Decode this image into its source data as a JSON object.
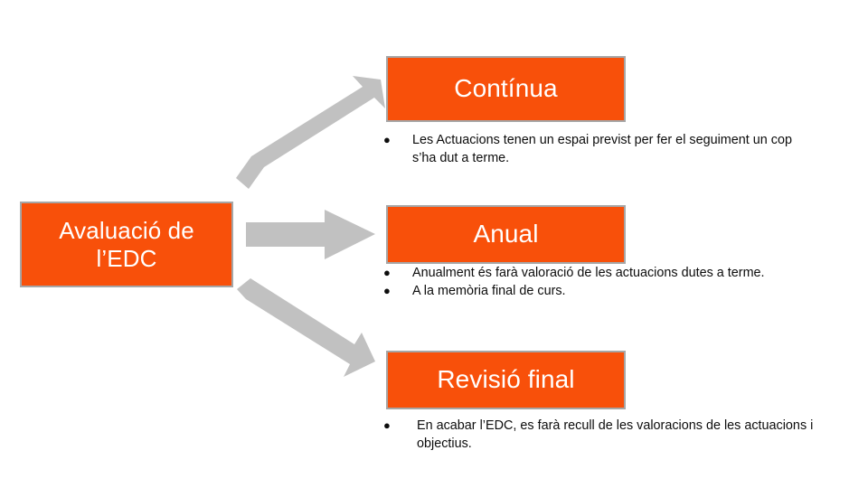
{
  "diagram": {
    "source": {
      "label": "Avaluació de l’EDC",
      "box_color": "#F8500A",
      "border_color": "#A6A6A6",
      "text_color": "#FFFFFF"
    },
    "arrow_color": "#C1C1C1",
    "branches": [
      {
        "id": "continua",
        "title": "Contínua",
        "arrow": "arrow-up-right",
        "bullets": [
          "Les Actuacions tenen un espai previst per fer el seguiment un cop s’ha dut a terme."
        ]
      },
      {
        "id": "anual",
        "title": "Anual",
        "arrow": "arrow-right",
        "bullets": [
          "Anualment és farà valoració de les actuacions dutes a terme.",
          "A la memòria final de curs."
        ]
      },
      {
        "id": "revisio",
        "title": "Revisió final",
        "arrow": "arrow-down-right",
        "bullets": [
          "En acabar l’EDC, es farà recull de les valoracions de les actuacions i objectius."
        ]
      }
    ],
    "bullet_glyph": "●"
  }
}
